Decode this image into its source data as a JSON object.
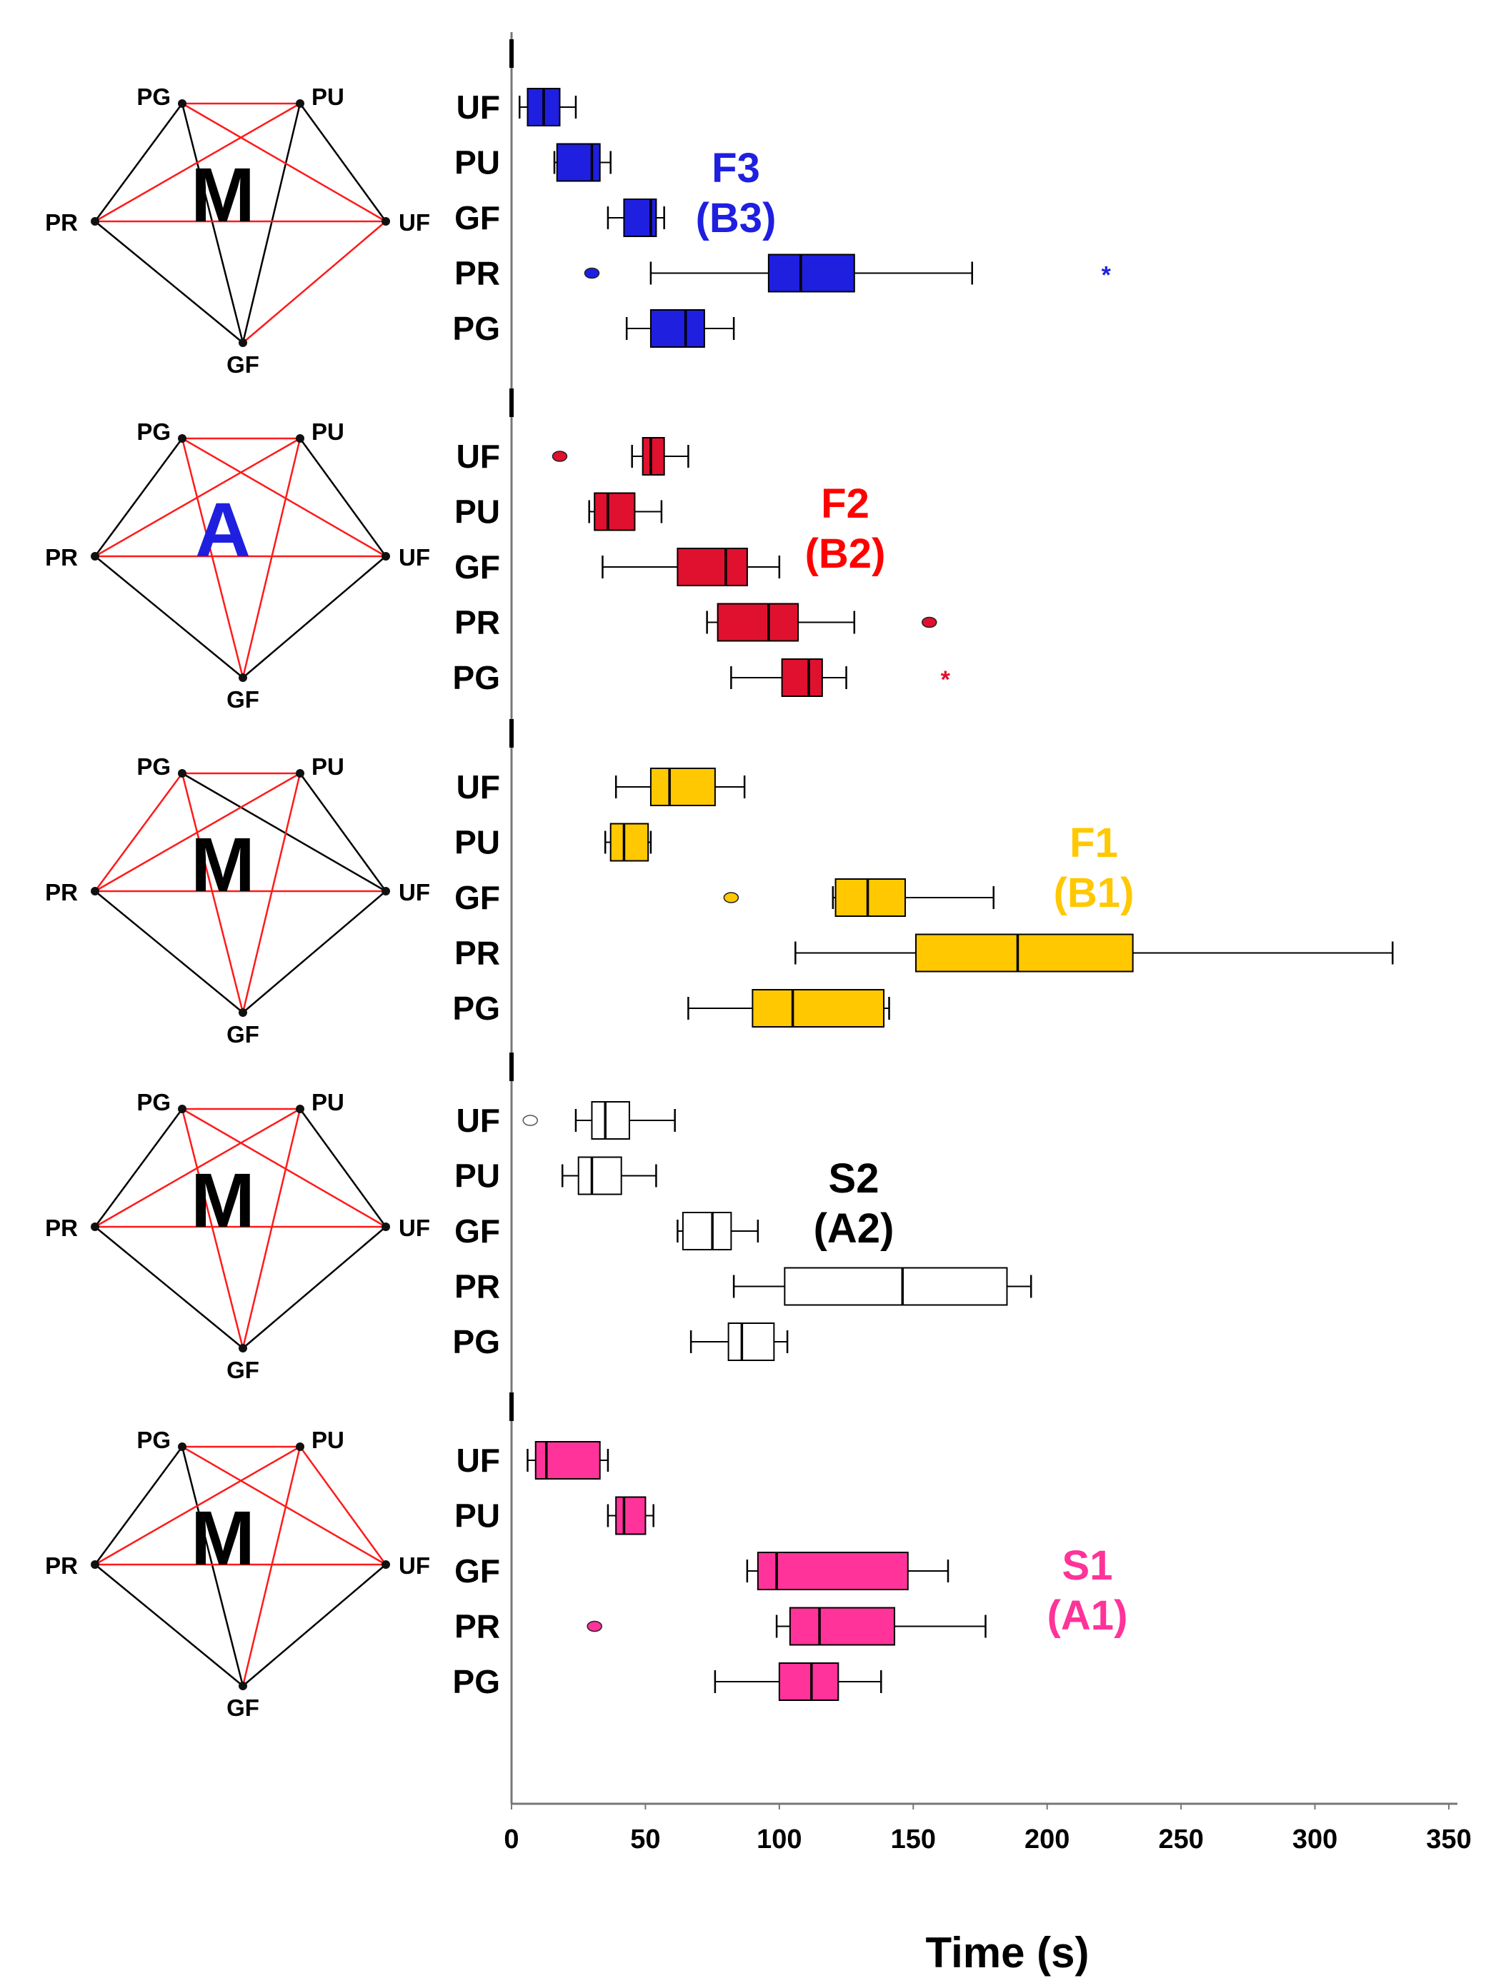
{
  "chart_data": {
    "type": "boxplot",
    "xlabel": "Time (s)",
    "xlim": [
      0,
      350
    ],
    "xticks": [
      0,
      50,
      100,
      150,
      200,
      250,
      300,
      350
    ],
    "categories": [
      "UF",
      "PU",
      "GF",
      "PR",
      "PG"
    ],
    "groups": [
      {
        "name": "F3",
        "sub": "(B3)",
        "color": "#1f1fe0",
        "label_color": "#1f1fe0",
        "network": {
          "center": "M",
          "center_color": "#000000",
          "red_edges": [
            [
              "PG",
              "PU"
            ],
            [
              "PG",
              "UF"
            ],
            [
              "PU",
              "PR"
            ],
            [
              "PR",
              "UF"
            ],
            [
              "UF",
              "GF"
            ]
          ],
          "black_edges": [
            [
              "PG",
              "PR"
            ],
            [
              "PG",
              "GF"
            ],
            [
              "PU",
              "UF"
            ],
            [
              "PU",
              "GF"
            ],
            [
              "PR",
              "GF"
            ]
          ]
        },
        "boxes": [
          {
            "cat": "UF",
            "min": 3,
            "q1": 6,
            "median": 12,
            "q3": 18,
            "max": 24,
            "outliers": [],
            "extremes": []
          },
          {
            "cat": "PU",
            "min": 16,
            "q1": 17,
            "median": 30,
            "q3": 33,
            "max": 37,
            "outliers": [],
            "extremes": []
          },
          {
            "cat": "GF",
            "min": 36,
            "q1": 42,
            "median": 52,
            "q3": 54,
            "max": 57,
            "outliers": [],
            "extremes": []
          },
          {
            "cat": "PR",
            "min": 52,
            "q1": 96,
            "median": 108,
            "q3": 128,
            "max": 172,
            "outliers": [
              30
            ],
            "extremes": [
              222
            ]
          },
          {
            "cat": "PG",
            "min": 43,
            "q1": 52,
            "median": 65,
            "q3": 72,
            "max": 83,
            "outliers": [],
            "extremes": []
          }
        ]
      },
      {
        "name": "F2",
        "sub": "(B2)",
        "color": "#e0102f",
        "label_color": "#ff0000",
        "network": {
          "center": "A",
          "center_color": "#1f1fe0",
          "red_edges": [
            [
              "PG",
              "PU"
            ],
            [
              "PG",
              "UF"
            ],
            [
              "PG",
              "GF"
            ],
            [
              "PU",
              "PR"
            ],
            [
              "PU",
              "GF"
            ],
            [
              "PR",
              "UF"
            ]
          ],
          "black_edges": [
            [
              "PG",
              "PR"
            ],
            [
              "PU",
              "UF"
            ],
            [
              "PR",
              "GF"
            ],
            [
              "UF",
              "GF"
            ]
          ]
        },
        "boxes": [
          {
            "cat": "UF",
            "min": 45,
            "q1": 49,
            "median": 52,
            "q3": 57,
            "max": 66,
            "outliers": [
              18
            ],
            "extremes": []
          },
          {
            "cat": "PU",
            "min": 29,
            "q1": 31,
            "median": 36,
            "q3": 46,
            "max": 56,
            "outliers": [],
            "extremes": []
          },
          {
            "cat": "GF",
            "min": 34,
            "q1": 62,
            "median": 80,
            "q3": 88,
            "max": 100,
            "outliers": [],
            "extremes": []
          },
          {
            "cat": "PR",
            "min": 73,
            "q1": 77,
            "median": 96,
            "q3": 107,
            "max": 128,
            "outliers": [
              156
            ],
            "extremes": []
          },
          {
            "cat": "PG",
            "min": 82,
            "q1": 101,
            "median": 111,
            "q3": 116,
            "max": 125,
            "outliers": [],
            "extremes": [
              162
            ]
          }
        ]
      },
      {
        "name": "F1",
        "sub": "(B1)",
        "color": "#ffc800",
        "label_color": "#ffc800",
        "network": {
          "center": "M",
          "center_color": "#000000",
          "red_edges": [
            [
              "PG",
              "PU"
            ],
            [
              "PG",
              "PR"
            ],
            [
              "PU",
              "PR"
            ],
            [
              "PU",
              "GF"
            ],
            [
              "PR",
              "UF"
            ],
            [
              "PG",
              "GF"
            ]
          ],
          "black_edges": [
            [
              "PG",
              "UF"
            ],
            [
              "PU",
              "UF"
            ],
            [
              "PR",
              "GF"
            ],
            [
              "UF",
              "GF"
            ]
          ]
        },
        "boxes": [
          {
            "cat": "UF",
            "min": 39,
            "q1": 52,
            "median": 59,
            "q3": 76,
            "max": 87,
            "outliers": [],
            "extremes": []
          },
          {
            "cat": "PU",
            "min": 35,
            "q1": 37,
            "median": 42,
            "q3": 51,
            "max": 52,
            "outliers": [],
            "extremes": []
          },
          {
            "cat": "GF",
            "min": 120,
            "q1": 121,
            "median": 133,
            "q3": 147,
            "max": 180,
            "outliers": [
              82
            ],
            "extremes": []
          },
          {
            "cat": "PR",
            "min": 106,
            "q1": 151,
            "median": 189,
            "q3": 232,
            "max": 329,
            "outliers": [],
            "extremes": []
          },
          {
            "cat": "PG",
            "min": 66,
            "q1": 90,
            "median": 105,
            "q3": 139,
            "max": 141,
            "outliers": [],
            "extremes": []
          }
        ]
      },
      {
        "name": "S2",
        "sub": "(A2)",
        "color": "#ffffff",
        "label_color": "#000000",
        "network": {
          "center": "M",
          "center_color": "#000000",
          "red_edges": [
            [
              "PG",
              "PU"
            ],
            [
              "PU",
              "PR"
            ],
            [
              "PR",
              "UF"
            ],
            [
              "PG",
              "GF"
            ],
            [
              "PU",
              "GF"
            ],
            [
              "PG",
              "UF"
            ]
          ],
          "black_edges": [
            [
              "PG",
              "PR"
            ],
            [
              "PU",
              "UF"
            ],
            [
              "PR",
              "GF"
            ],
            [
              "UF",
              "GF"
            ]
          ]
        },
        "boxes": [
          {
            "cat": "UF",
            "min": 24,
            "q1": 30,
            "median": 35,
            "q3": 44,
            "max": 61,
            "outliers": [
              7
            ],
            "extremes": []
          },
          {
            "cat": "PU",
            "min": 19,
            "q1": 25,
            "median": 30,
            "q3": 41,
            "max": 54,
            "outliers": [],
            "extremes": []
          },
          {
            "cat": "GF",
            "min": 62,
            "q1": 64,
            "median": 75,
            "q3": 82,
            "max": 92,
            "outliers": [],
            "extremes": []
          },
          {
            "cat": "PR",
            "min": 83,
            "q1": 102,
            "median": 146,
            "q3": 185,
            "max": 194,
            "outliers": [],
            "extremes": []
          },
          {
            "cat": "PG",
            "min": 67,
            "q1": 81,
            "median": 86,
            "q3": 98,
            "max": 103,
            "outliers": [],
            "extremes": []
          }
        ]
      },
      {
        "name": "S1",
        "sub": "(A1)",
        "color": "#ff3399",
        "label_color": "#ff3399",
        "network": {
          "center": "M",
          "center_color": "#000000",
          "red_edges": [
            [
              "PG",
              "PU"
            ],
            [
              "PU",
              "PR"
            ],
            [
              "PR",
              "UF"
            ],
            [
              "PU",
              "UF"
            ],
            [
              "PU",
              "GF"
            ],
            [
              "PG",
              "UF"
            ]
          ],
          "black_edges": [
            [
              "PG",
              "PR"
            ],
            [
              "PG",
              "GF"
            ],
            [
              "PR",
              "GF"
            ],
            [
              "UF",
              "GF"
            ]
          ]
        },
        "boxes": [
          {
            "cat": "UF",
            "min": 6,
            "q1": 9,
            "median": 13,
            "q3": 33,
            "max": 36,
            "outliers": [],
            "extremes": []
          },
          {
            "cat": "PU",
            "min": 36,
            "q1": 39,
            "median": 42,
            "q3": 50,
            "max": 53,
            "outliers": [],
            "extremes": []
          },
          {
            "cat": "GF",
            "min": 88,
            "q1": 92,
            "median": 99,
            "q3": 148,
            "max": 163,
            "outliers": [],
            "extremes": []
          },
          {
            "cat": "PR",
            "min": 99,
            "q1": 104,
            "median": 115,
            "q3": 143,
            "max": 177,
            "outliers": [
              31
            ],
            "extremes": []
          },
          {
            "cat": "PG",
            "min": 76,
            "q1": 100,
            "median": 112,
            "q3": 122,
            "max": 138,
            "outliers": [],
            "extremes": []
          }
        ]
      }
    ]
  },
  "network_nodes": [
    "PG",
    "PU",
    "PR",
    "UF",
    "GF"
  ]
}
